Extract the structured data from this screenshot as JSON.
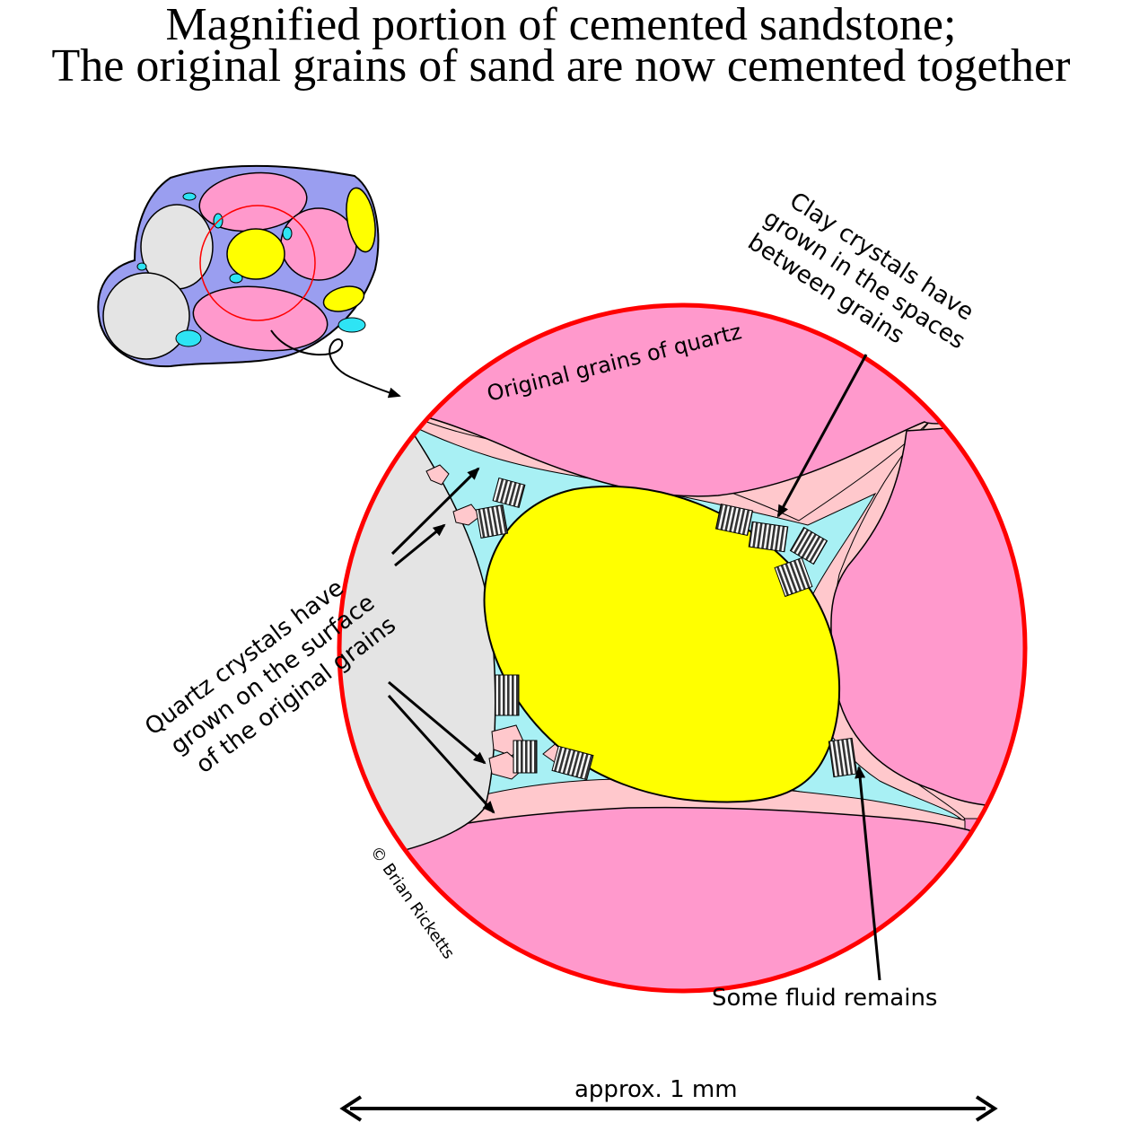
{
  "title": {
    "line1": "Magnified portion of cemented sandstone;",
    "line2": "The original grains of sand are now cemented together"
  },
  "labels": {
    "quartz_grains": "Original grains of quartz",
    "clay_l1": "Clay crystals have",
    "clay_l2": "grown in the spaces",
    "clay_l3": "between grains",
    "quartz_l1": "Quartz crystals have",
    "quartz_l2": "grown on the surface",
    "quartz_l3": "of the original grains",
    "fluid": "Some fluid remains",
    "scale": "approx. 1 mm",
    "copyright": "© Brian Ricketts"
  },
  "colors": {
    "quartz_grain": "#ff99cc",
    "quartz_overgrowth": "#ffc8cc",
    "yellow_grain": "#ffff00",
    "grey_grain": "#e4e4e4",
    "fluid": "#a8f0f4",
    "matrix": "#9a9ef0",
    "pore": "#2ee4f4",
    "outline_red": "#ff0000"
  }
}
